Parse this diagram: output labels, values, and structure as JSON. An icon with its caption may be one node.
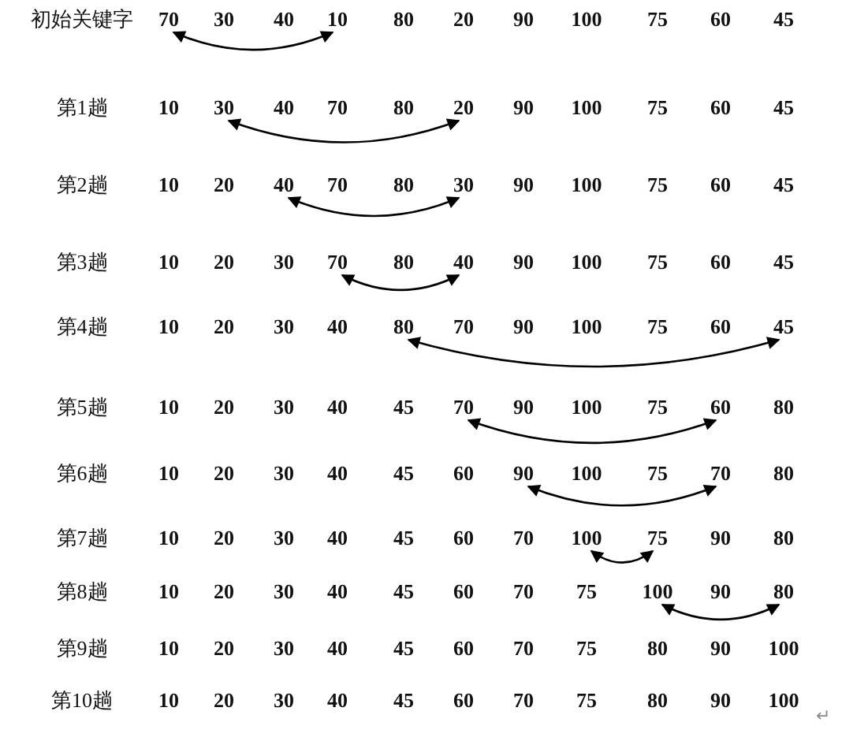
{
  "diagram": {
    "nodes": [
      {
        "text": [
          "70"
        ]
      },
      {
        "text": [
          "10"
        ]
      },
      {
        "text": [
          "30"
        ]
      },
      {
        "text": [
          "20"
        ]
      },
      {
        "text": [
          "40"
        ]
      },
      {
        "text": [
          "30"
        ]
      },
      {
        "text": [
          "70"
        ]
      },
      {
        "text": [
          "40"
        ]
      },
      {
        "text": [
          "80"
        ]
      },
      {
        "text": [
          "45"
        ]
      },
      {
        "text": [
          "70"
        ]
      },
      {
        "text": [
          "60"
        ]
      },
      {
        "text": [
          "90"
        ]
      },
      {
        "text": [
          "70"
        ]
      },
      {
        "text": [
          "100"
        ]
      },
      {
        "text": [
          "75"
        ]
      },
      {
        "text": [
          "100"
        ]
      },
      {
        "text": [
          "80"
        ]
      }
    ],
    "edges": [
      {
        "from": 0,
        "to": 1,
        "arrow": "both"
      },
      {
        "from": 2,
        "to": 3,
        "arrow": "both"
      },
      {
        "from": 4,
        "to": 5,
        "arrow": "both"
      },
      {
        "from": 6,
        "to": 7,
        "arrow": "both"
      },
      {
        "from": 8,
        "to": 9,
        "arrow": "both"
      },
      {
        "from": 10,
        "to": 11,
        "arrow": "both"
      },
      {
        "from": 12,
        "to": 13,
        "arrow": "both"
      },
      {
        "from": 14,
        "to": 15,
        "arrow": "both"
      },
      {
        "from": 16,
        "to": 17,
        "arrow": "both"
      }
    ],
    "labels": [
      "初始关键字",
      "30",
      "40",
      "80",
      "20",
      "90",
      "100",
      "75",
      "60",
      "45",
      "第1趟",
      "10",
      "40",
      "70",
      "80",
      "90",
      "100",
      "75",
      "60",
      "45",
      "第2趟",
      "10",
      "20",
      "70",
      "80",
      "90",
      "100",
      "75",
      "60",
      "45",
      "第3趟",
      "10",
      "20",
      "30",
      "80",
      "90",
      "100",
      "75",
      "60",
      "45",
      "第4趟",
      "10",
      "20",
      "30",
      "40",
      "70",
      "90",
      "100",
      "75",
      "60",
      "第5趟",
      "10",
      "20",
      "30",
      "40",
      "45",
      "90",
      "100",
      "75",
      "80",
      "第6趟",
      "10",
      "20",
      "30",
      "40",
      "45",
      "60",
      "100",
      "75",
      "80",
      "第7趟",
      "10",
      "20",
      "30",
      "40",
      "45",
      "60",
      "70",
      "90",
      "80",
      "第8趟",
      "10",
      "20",
      "30",
      "40",
      "45",
      "60",
      "70",
      "75",
      "90",
      "第9趟",
      "10",
      "20",
      "30",
      "40",
      "45",
      "60",
      "70",
      "75",
      "80",
      "90",
      "100",
      "第10趟",
      "10",
      "20",
      "30",
      "40",
      "45",
      "60",
      "70",
      "75",
      "80",
      "90",
      "100",
      "↵"
    ]
  }
}
